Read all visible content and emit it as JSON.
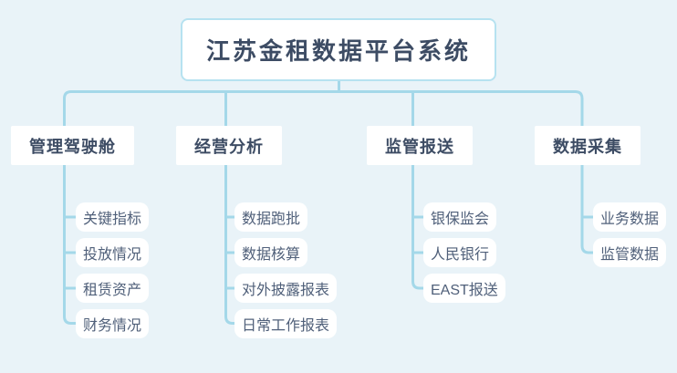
{
  "diagram": {
    "title": "江苏金租数据平台系统",
    "branches": [
      {
        "label": "管理驾驶舱",
        "children": [
          "关键指标",
          "投放情况",
          "租赁资产",
          "财务情况"
        ]
      },
      {
        "label": "经营分析",
        "children": [
          "数据跑批",
          "数据核算",
          "对外披露报表",
          "日常工作报表"
        ]
      },
      {
        "label": "监管报送",
        "children": [
          "银保监会",
          "人民银行",
          "EAST报送"
        ]
      },
      {
        "label": "数据采集",
        "children": [
          "业务数据",
          "监管数据"
        ]
      }
    ]
  },
  "colors": {
    "background": "#e9f3f8",
    "line_color": "#a4d8e9",
    "node_bg": "#ffffff",
    "title_border": "#b6e2f0",
    "heading_text": "#3d4c64",
    "child_text": "#50607a"
  }
}
